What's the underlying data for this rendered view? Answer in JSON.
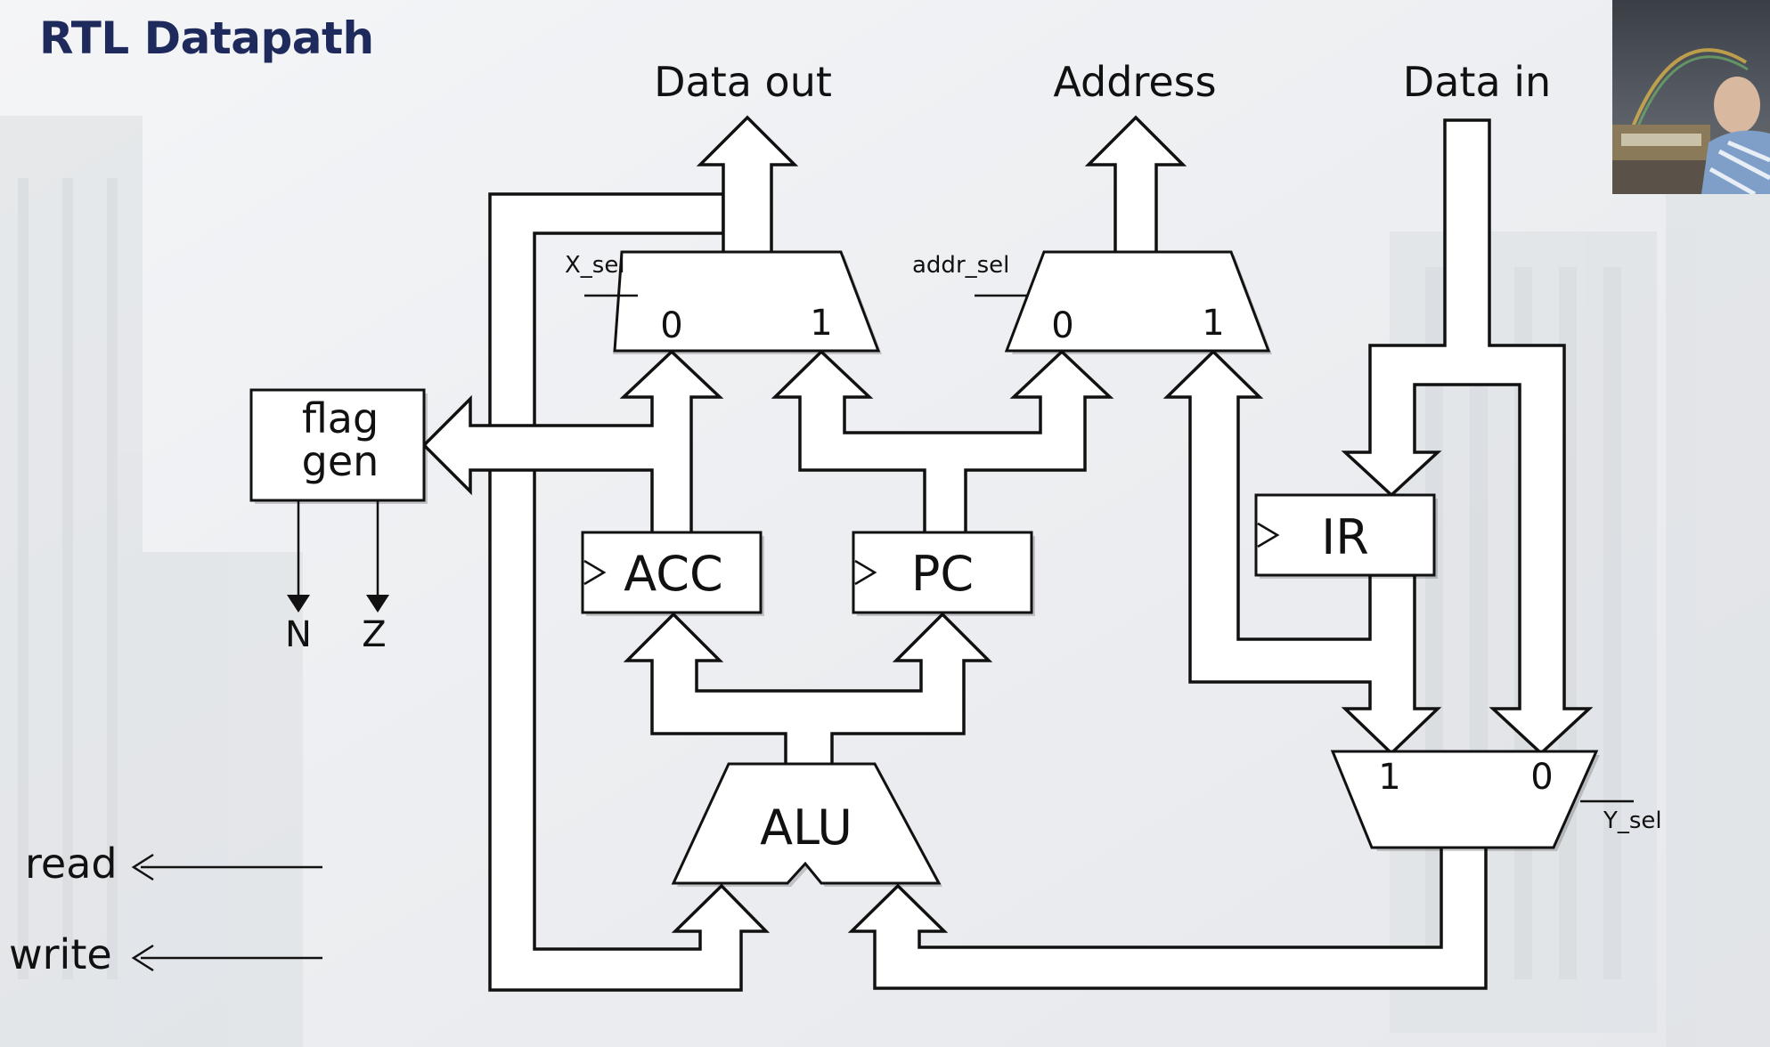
{
  "slide": {
    "title": "RTL Datapath"
  },
  "ports": {
    "data_out": "Data out",
    "address": "Address",
    "data_in": "Data in"
  },
  "muxes": {
    "x_mux": {
      "select_label": "X_sel",
      "input0": "0",
      "input1": "1"
    },
    "addr_mux": {
      "select_label": "addr_sel",
      "input0": "0",
      "input1": "1"
    },
    "y_mux": {
      "select_label": "Y_sel",
      "input1": "1",
      "input0": "0"
    }
  },
  "blocks": {
    "flag_gen": {
      "line1": "flag",
      "line2": "gen"
    },
    "acc": "ACC",
    "pc": "PC",
    "ir": "IR",
    "alu": "ALU"
  },
  "flags": {
    "n": "N",
    "z": "Z"
  },
  "controls": {
    "read": "read",
    "write": "write"
  },
  "colors": {
    "title": "#1f2a5c",
    "background": "#f1f2f4",
    "stroke": "#111111",
    "fill": "#ffffff"
  },
  "icons": {
    "register_clock": "clock-triangle-icon",
    "webcam": "presenter-webcam-thumbnail"
  }
}
